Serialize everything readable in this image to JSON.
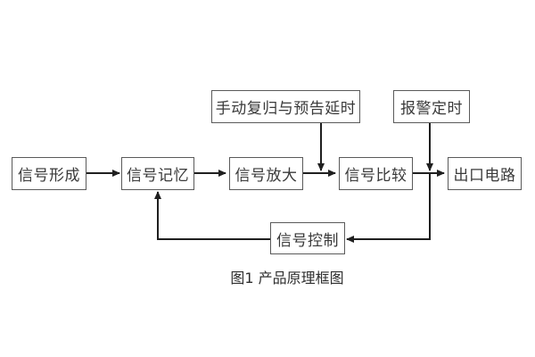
{
  "diagram": {
    "caption": "图1 产品原理框图",
    "nodes": [
      {
        "id": "signal-formation",
        "label": "信号形成"
      },
      {
        "id": "signal-memory",
        "label": "信号记忆"
      },
      {
        "id": "signal-amplification",
        "label": "信号放大"
      },
      {
        "id": "signal-comparison",
        "label": "信号比较"
      },
      {
        "id": "output-circuit",
        "label": "出口电路"
      },
      {
        "id": "manual-reset-and-prewarning-delay",
        "label": "手动复归与预告延时"
      },
      {
        "id": "alarm-timing",
        "label": "报警定时"
      },
      {
        "id": "signal-control",
        "label": "信号控制"
      }
    ],
    "edges": [
      {
        "from": "信号形成",
        "to": "信号记忆",
        "type": "arrow"
      },
      {
        "from": "信号记忆",
        "to": "信号放大",
        "type": "arrow"
      },
      {
        "from": "信号放大",
        "to": "信号比较",
        "type": "arrow"
      },
      {
        "from": "信号比较",
        "to": "出口电路",
        "type": "arrow"
      },
      {
        "from": "手动复归与预告延时",
        "to": "信号放大与信号比较的连线",
        "type": "arrow"
      },
      {
        "from": "报警定时",
        "to": "信号比较与出口电路的连线",
        "type": "arrow"
      },
      {
        "from": "信号比较与出口电路的连线",
        "to": "信号控制",
        "type": "arrow"
      },
      {
        "from": "信号控制",
        "to": "信号记忆",
        "type": "arrow"
      }
    ],
    "colors": {
      "background": "#ffffff",
      "box_border": "#5a5a5a",
      "line": "#1f1f1f",
      "text": "#3a3a3a"
    }
  }
}
